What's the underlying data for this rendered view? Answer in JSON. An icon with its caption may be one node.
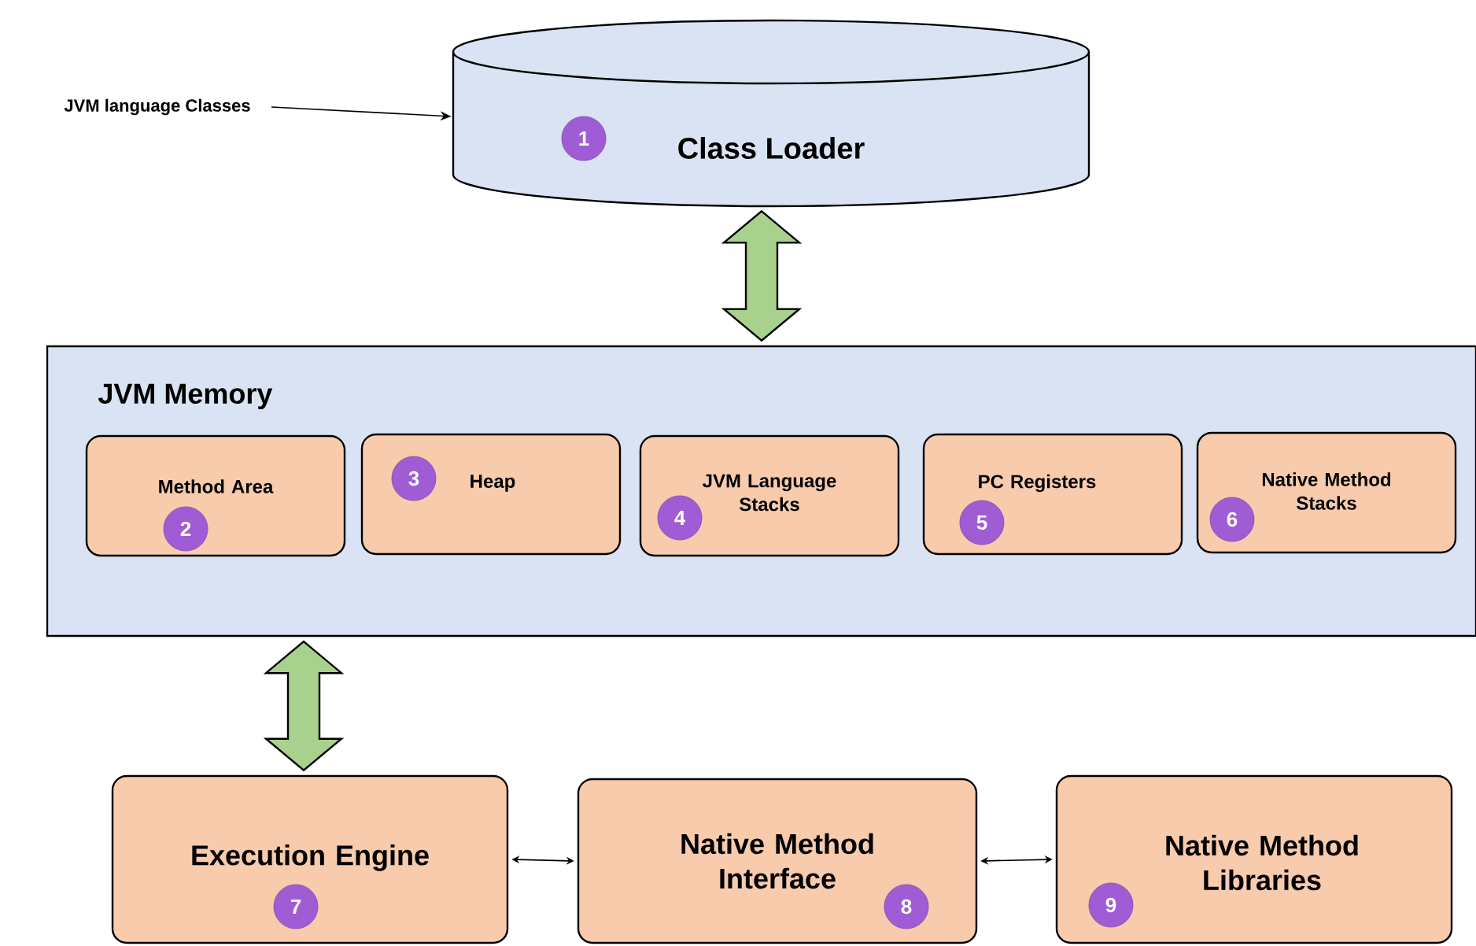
{
  "diagram": {
    "nodes": [
      {
        "text": [
          "JVM language Classes"
        ]
      },
      {
        "text": [
          "Class Loader"
        ]
      },
      {
        "text": [
          "1"
        ],
        "in": 1
      },
      {
        "text": [
          "JVM Memory"
        ]
      },
      {
        "text": [
          "Method Area"
        ],
        "in": 3
      },
      {
        "text": [
          "2"
        ],
        "in": 4
      },
      {
        "text": [
          "Heap"
        ],
        "in": 3
      },
      {
        "text": [
          "3"
        ],
        "in": 6
      },
      {
        "text": [
          "JVM Language Stacks"
        ],
        "in": 3
      },
      {
        "text": [
          "4"
        ],
        "in": 8
      },
      {
        "text": [
          "PC Registers"
        ],
        "in": 3
      },
      {
        "text": [
          "5"
        ],
        "in": 10
      },
      {
        "text": [
          "Native Method Stacks"
        ],
        "in": 3
      },
      {
        "text": [
          "6"
        ],
        "in": 12
      },
      {
        "text": [
          "Execution Engine"
        ]
      },
      {
        "text": [
          "7"
        ],
        "in": 14
      },
      {
        "text": [
          "Native Method Interface"
        ]
      },
      {
        "text": [
          "8"
        ],
        "in": 16
      },
      {
        "text": [
          "Native Method Libraries"
        ]
      },
      {
        "text": [
          "9"
        ],
        "in": 18
      }
    ],
    "edges": [
      {
        "from": 0,
        "to": 1,
        "arrow": "to"
      },
      {
        "from": 1,
        "to": 3,
        "arrow": "both",
        "style": "thick",
        "color": "#a9d18e"
      },
      {
        "from": 3,
        "to": 14,
        "arrow": "both",
        "style": "thick",
        "color": "#a9d18e"
      },
      {
        "from": 14,
        "to": 16,
        "arrow": "both"
      },
      {
        "from": 16,
        "to": 18,
        "arrow": "both"
      }
    ]
  }
}
